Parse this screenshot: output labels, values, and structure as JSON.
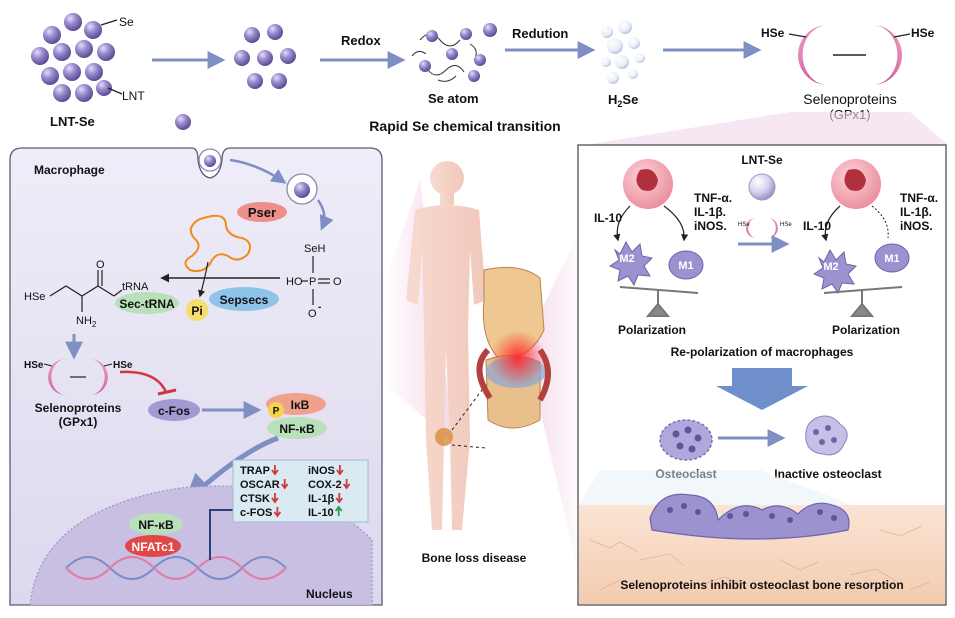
{
  "top_row": {
    "lnt_se_label": "LNT-Se",
    "se_tag": "Se",
    "lnt_tag": "LNT",
    "redox_label": "Redox",
    "reduction_label": "Redution",
    "se_atom_label": "Se atom",
    "h2se_main": "H",
    "h2se_sub": "2",
    "h2se_tail": "Se",
    "hse_left": "HSe",
    "hse_right": "HSe",
    "selenoproteins_label": "Selenoproteins",
    "gpx1_label": "(GPx1)",
    "transition_caption": "Rapid Se chemical transition"
  },
  "macrophage_panel": {
    "title": "Macrophage",
    "pser": "Pser",
    "seh": "SeH",
    "ho": "HO",
    "p": "P",
    "o": "O",
    "o_minus": "O",
    "minus": "-",
    "hse_chain": "HSe",
    "trna": "tRNA",
    "o_ester": "O",
    "nh2": "NH",
    "nh2_sub": "2",
    "sec_trna": "Sec-tRNA",
    "sepsecs": "Sepsecs",
    "pi": "Pi",
    "hse_left": "HSe",
    "hse_right": "HSe",
    "selenoproteins_label": "Selenoproteins",
    "gpx1_label": "(GPx1)",
    "cfos": "c-Fos",
    "p_badge": "P",
    "ikb": "IκB",
    "nfkb": "NF-κB",
    "nfkb_nucleus": "NF-κB",
    "nfatc1": "NFATc1",
    "nucleus": "Nucleus",
    "markers_left": [
      "TRAP",
      "OSCAR",
      "CTSK",
      "c-FOS"
    ],
    "markers_left_dir": [
      "down",
      "down",
      "down",
      "down"
    ],
    "markers_right": [
      "iNOS",
      "COX-2",
      "IL-1β",
      "IL-10"
    ],
    "markers_right_dir": [
      "down",
      "down",
      "down",
      "up"
    ]
  },
  "center": {
    "bone_loss_label": "Bone loss disease"
  },
  "right_panel": {
    "lnt_se_label": "LNT-Se",
    "il10_left": "IL-10",
    "tnf_left": [
      "TNF-α.",
      "IL-1β.",
      "iNOS."
    ],
    "m2_left": "M2",
    "m1_left": "M1",
    "polarization_left": "Polarization",
    "hse_small_left": "HSe",
    "hse_small_right": "HSe",
    "il10_right": "IL-10",
    "tnf_right": [
      "TNF-α.",
      "IL-1β.",
      "iNOS."
    ],
    "m2_right": "M2",
    "m1_right": "M1",
    "polarization_right": "Polarization",
    "repolarization_title": "Re-polarization of macrophages",
    "osteoclast_label": "Osteoclast",
    "inactive_osteoclast_label": "Inactive osteoclast",
    "bottom_caption": "Selenoproteins inhibit osteoclast bone resorption"
  },
  "colors": {
    "purple_sphere": "#8e7fc1",
    "pink_cell": "#f2a5b3",
    "panel_bg": "#ece9f6",
    "arrow_blue": "#7f8fc3",
    "red_arrow": "#d0383e",
    "green_arrow": "#2e9a4e",
    "magenta": "#d25d9e"
  }
}
